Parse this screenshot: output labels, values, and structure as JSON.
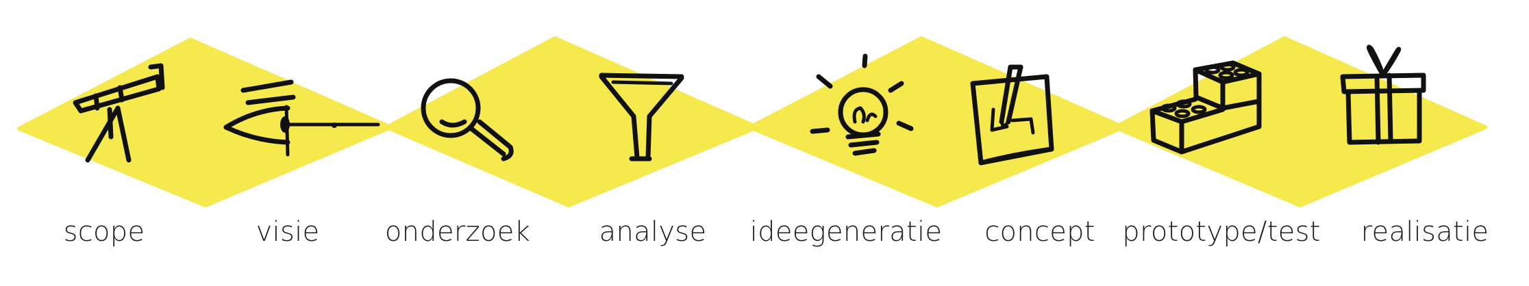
{
  "colors": {
    "accent": "#f6e94e",
    "ink": "#111111",
    "text": "#1c1c1c"
  },
  "steps": [
    {
      "label": "scope",
      "icon": "telescope-icon"
    },
    {
      "label": "visie",
      "icon": "eye-icon"
    },
    {
      "label": "onderzoek",
      "icon": "magnifying-glass-icon"
    },
    {
      "label": "analyse",
      "icon": "funnel-icon"
    },
    {
      "label": "ideegeneratie",
      "icon": "lightbulb-icon"
    },
    {
      "label": "concept",
      "icon": "notepad-pencil-icon"
    },
    {
      "label": "prototype/test",
      "icon": "lego-bricks-icon"
    },
    {
      "label": "realisatie",
      "icon": "gift-icon"
    }
  ]
}
